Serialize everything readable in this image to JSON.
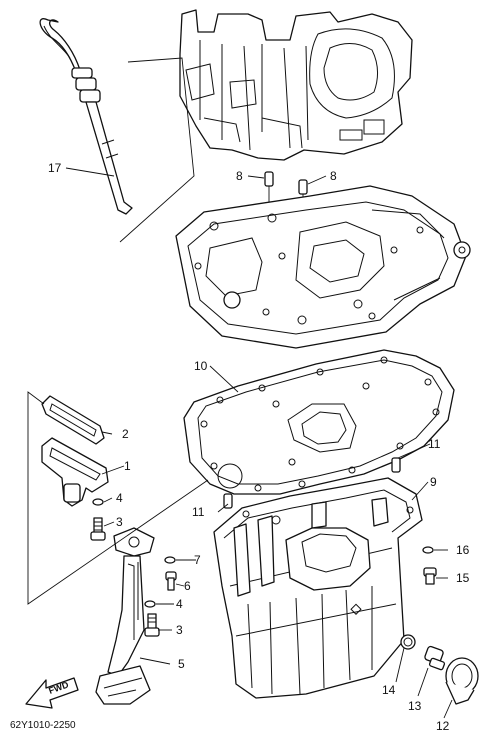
{
  "callouts": [
    {
      "id": "c1",
      "label": "1"
    },
    {
      "id": "c2",
      "label": "2"
    },
    {
      "id": "c3a",
      "label": "3"
    },
    {
      "id": "c3b",
      "label": "3"
    },
    {
      "id": "c4a",
      "label": "4"
    },
    {
      "id": "c4b",
      "label": "4"
    },
    {
      "id": "c5",
      "label": "5"
    },
    {
      "id": "c6",
      "label": "6"
    },
    {
      "id": "c7",
      "label": "7"
    },
    {
      "id": "c8a",
      "label": "8"
    },
    {
      "id": "c8b",
      "label": "8"
    },
    {
      "id": "c9",
      "label": "9"
    },
    {
      "id": "c10",
      "label": "10"
    },
    {
      "id": "c11a",
      "label": "11"
    },
    {
      "id": "c11b",
      "label": "11"
    },
    {
      "id": "c12",
      "label": "12"
    },
    {
      "id": "c13",
      "label": "13"
    },
    {
      "id": "c14",
      "label": "14"
    },
    {
      "id": "c15",
      "label": "15"
    },
    {
      "id": "c16",
      "label": "16"
    },
    {
      "id": "c17",
      "label": "17"
    }
  ],
  "fwd_label": "FWD",
  "diagram_code": "62Y1010-2250"
}
